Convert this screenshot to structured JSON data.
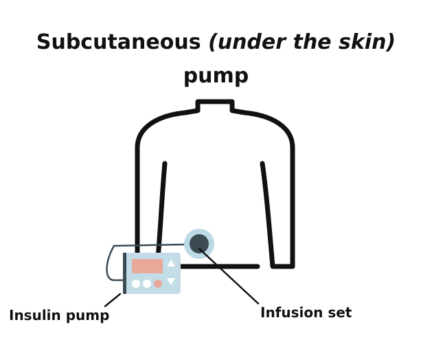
{
  "title": {
    "line1_main": "Subcutaneous ",
    "line1_italic": "(under the skin)",
    "line2": "pump"
  },
  "labels": {
    "insulin_pump": "Insulin pump",
    "infusion_set": "Infusion set"
  },
  "colors": {
    "outline": "#111111",
    "pump_body": "#c3dde8",
    "pump_screen": "#e8a89a",
    "pump_stripe": "#3a4a55",
    "infusion_ring": "#bcd9e6",
    "infusion_center": "#3c4a52",
    "tube": "#3a4a55"
  }
}
